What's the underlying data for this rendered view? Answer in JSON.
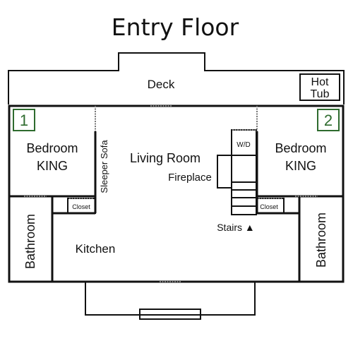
{
  "title": "Entry Floor",
  "rooms": {
    "deck": "Deck",
    "hot_tub_line1": "Hot",
    "hot_tub_line2": "Tub",
    "bedroom_left_line1": "Bedroom",
    "bedroom_left_line2": "KING",
    "bedroom_right_line1": "Bedroom",
    "bedroom_right_line2": "KING",
    "sleeper_sofa": "Sleeper Sofa",
    "living_room": "Living Room",
    "fireplace": "Fireplace",
    "wd": "W/D",
    "closet_left": "Closet",
    "closet_right": "Closet",
    "stairs": "Stairs ▲",
    "kitchen": "Kitchen",
    "bathroom_left": "Bathroom",
    "bathroom_right": "Bathroom"
  },
  "badges": {
    "left": "1",
    "right": "2"
  },
  "colors": {
    "badge": "#2e6b2e",
    "walls": "#111111"
  }
}
